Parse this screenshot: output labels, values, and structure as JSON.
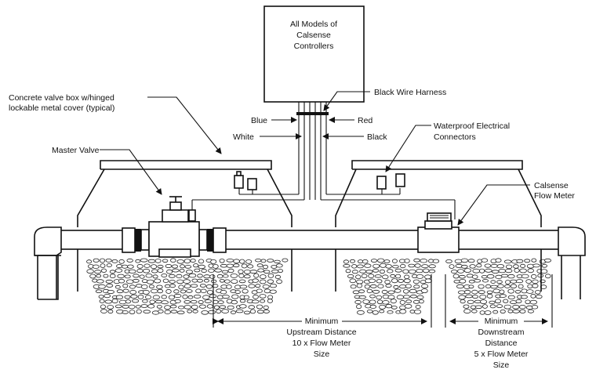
{
  "controller": {
    "line1": "All Models of",
    "line2": "Calsense",
    "line3": "Controllers"
  },
  "labels": {
    "black_wire_harness": "Black Wire Harness",
    "valve_box_line1": "Concrete valve box w/hinged",
    "valve_box_line2": "lockable metal cover (typical)",
    "blue": "Blue",
    "red": "Red",
    "white": "White",
    "black": "Black",
    "waterproof_line1": "Waterproof Electrical",
    "waterproof_line2": "Connectors",
    "master_valve": "Master Valve",
    "flow_meter_line1": "Calsense",
    "flow_meter_line2": "Flow Meter"
  },
  "upstream": {
    "line1": "Minimum",
    "line2": "Upstream Distance",
    "line3": "10 x Flow Meter",
    "line4": "Size"
  },
  "downstream": {
    "line1": "Minimum",
    "line2": "Downstream",
    "line3": "Distance",
    "line4": "5 x Flow Meter",
    "line5": "Size"
  }
}
